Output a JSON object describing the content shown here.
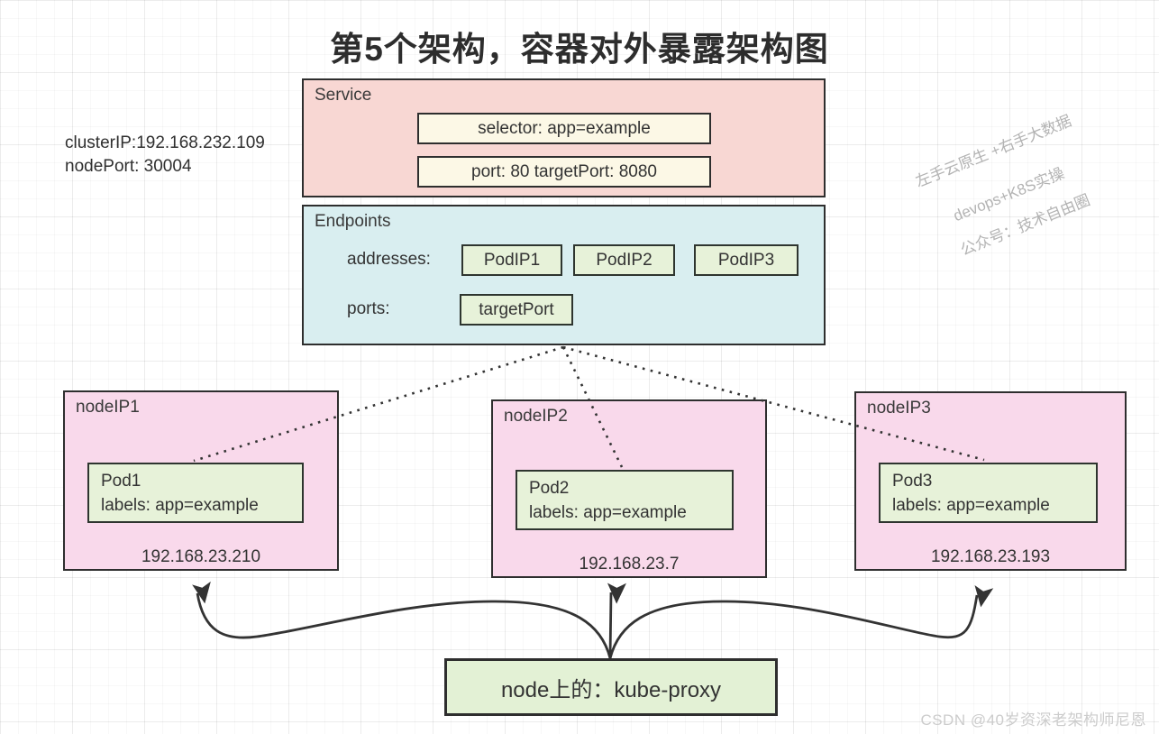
{
  "title": "第5个架构，容器对外暴露架构图",
  "cluster_info": {
    "cluster_ip": "clusterIP:192.168.232.109",
    "node_port": "nodePort: 30004"
  },
  "service": {
    "label": "Service",
    "selector": "selector: app=example",
    "ports": "port: 80  targetPort: 8080"
  },
  "endpoints": {
    "label": "Endpoints",
    "addresses_label": "addresses:",
    "addresses": [
      "PodIP1",
      "PodIP2",
      "PodIP3"
    ],
    "ports_label": "ports:",
    "port_items": [
      "targetPort"
    ]
  },
  "nodes": [
    {
      "label": "nodeIP1",
      "pod_name": "Pod1",
      "pod_labels": "labels: app=example",
      "ip": "192.168.23.210"
    },
    {
      "label": "nodeIP2",
      "pod_name": "Pod2",
      "pod_labels": "labels: app=example",
      "ip": "192.168.23.7"
    },
    {
      "label": "nodeIP3",
      "pod_name": "Pod3",
      "pod_labels": "labels: app=example",
      "ip": "192.168.23.193"
    }
  ],
  "kube_proxy": {
    "label": "node上的：kube-proxy"
  },
  "watermarks": {
    "rotated_lines": [
      "左手云原生 +右手大数据",
      "devops+K8S实操",
      "公众号：技术自由圈"
    ],
    "csdn": "CSDN @40岁资深老架构师尼恩"
  },
  "colors": {
    "service_fill": "#f8d7d3",
    "endpoints_fill": "#d9eef0",
    "cream_fill": "#fcf8e6",
    "green_fill": "#e7f2d9",
    "node_fill": "#f9d9eb",
    "border": "#2e2e2e",
    "line": "#333333",
    "watermark_gray": "#b3b3b3"
  }
}
